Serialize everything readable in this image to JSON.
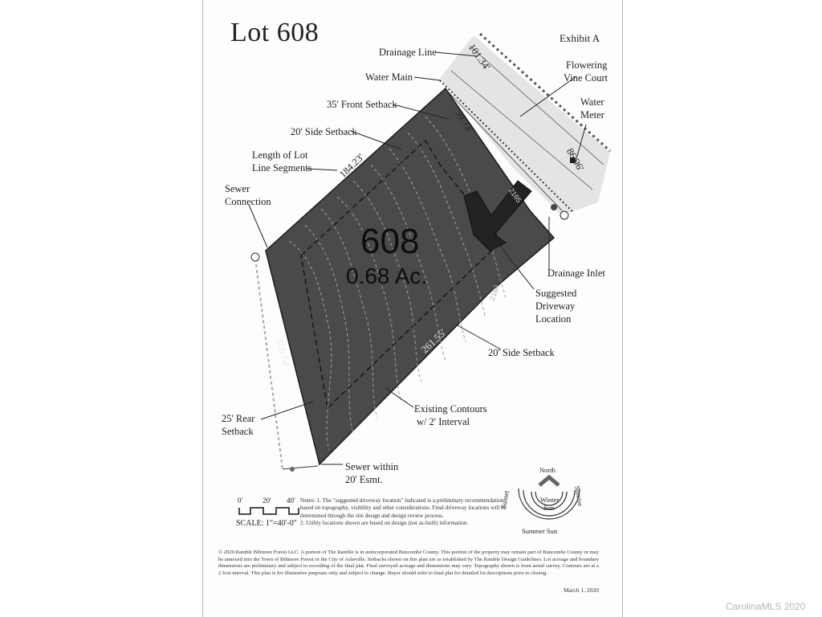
{
  "title": "Lot 608",
  "exhibit": "Exhibit A",
  "lot": {
    "number": "608",
    "area": "0.68 Ac."
  },
  "labels": {
    "drainage_line": "Drainage Line",
    "water_main": "Water Main",
    "front_setback": "35' Front Setback",
    "side_setback_top": "20' Side Setback",
    "length_segments_1": "Length of Lot",
    "length_segments_2": "Line Segments",
    "sewer_connection_1": "Sewer",
    "sewer_connection_2": "Connection",
    "flowering_1": "Flowering",
    "flowering_2": "Vine Court",
    "water_meter_1": "Water",
    "water_meter_2": "Meter",
    "drainage_inlet": "Drainage Inlet",
    "suggested_1": "Suggested",
    "suggested_2": "Driveway",
    "suggested_3": "Location",
    "side_setback_bottom": "20' Side Setback",
    "contours_1": "Existing Contours",
    "contours_2": "w/ 2' Interval",
    "rear_setback_1": "25' Rear",
    "rear_setback_2": "Setback",
    "sewer_esmt_1": "Sewer within",
    "sewer_esmt_2": "20' Esmt."
  },
  "dimensions": {
    "road_top": "101.34'",
    "front": "59.73'",
    "road_right": "86.96'",
    "left_side": "184.23'",
    "rear": "156.64'",
    "right_side": "261.55'",
    "driveway": "2165",
    "contour": "2160"
  },
  "scale": {
    "tick_0": "0'",
    "tick_20": "20'",
    "tick_40": "40'",
    "label": "SCALE: 1\"=40'-0\""
  },
  "compass": {
    "north": "North",
    "sunset": "Sunset",
    "sunrise": "Sunrise",
    "winter_1": "Winter",
    "winter_2": "Sun",
    "summer": "Summer Sun"
  },
  "notes": {
    "heading": "Notes:",
    "note1": "1. The \"suggested driveway location\" indicated is a preliminary recommendation based on topography, visibility and other considerations. Final driveway locations will be determined through the site design and design review process.",
    "note2": "2. Utility locations shown are based on design (not as-built) information."
  },
  "footer": "© 2020 Ramble Biltmore Forest LLC. A portion of The Ramble is in unincorporated Buncombe County. This portion of the property may remain part of Buncombe County or may be annexed into the Town of Biltmore Forest or the City of Asheville. Setbacks shown on this plan are as established by The Ramble Design Guidelines. Lot acreage and boundary dimensions are preliminary and subject to recording of the final plat. Final surveyed acreage and dimensions may vary. Topography shown is from aerial survey. Contours are at a 2 foot interval. This plan is for illustrative purposes only and subject to change. Buyer should refer to final plat for detailed lot descriptions prior to closing.",
  "date": "March 1, 2020",
  "watermark": "CarolinaMLS 2020",
  "colors": {
    "lot_fill": "#4a4a4a",
    "road": "#e6e6e6",
    "driveway": "#2a2a2a",
    "contour": "#9a9a9a"
  }
}
